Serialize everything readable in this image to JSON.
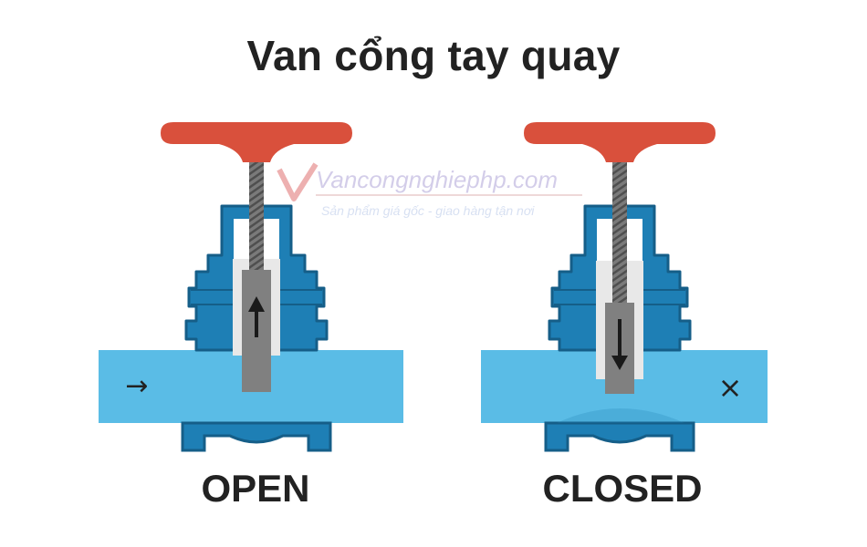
{
  "title": "Van cổng tay quay",
  "valves": [
    {
      "state": "open",
      "label": "OPEN",
      "flow_symbol": "→"
    },
    {
      "state": "closed",
      "label": "CLOSED",
      "flow_symbol": "×"
    }
  ],
  "watermark": {
    "site": "Vancongnghiephp.com",
    "tagline": "Sản phẩm giá gốc - giao hàng tận nơi"
  },
  "colors": {
    "pipe": "#5ABCE6",
    "body": "#1E7FB5",
    "body_outline": "#155E88",
    "handwheel": "#D9503C",
    "stem": "#6E6E6E",
    "gate": "#808080",
    "chamber": "#E8E8E8",
    "text": "#222222"
  }
}
